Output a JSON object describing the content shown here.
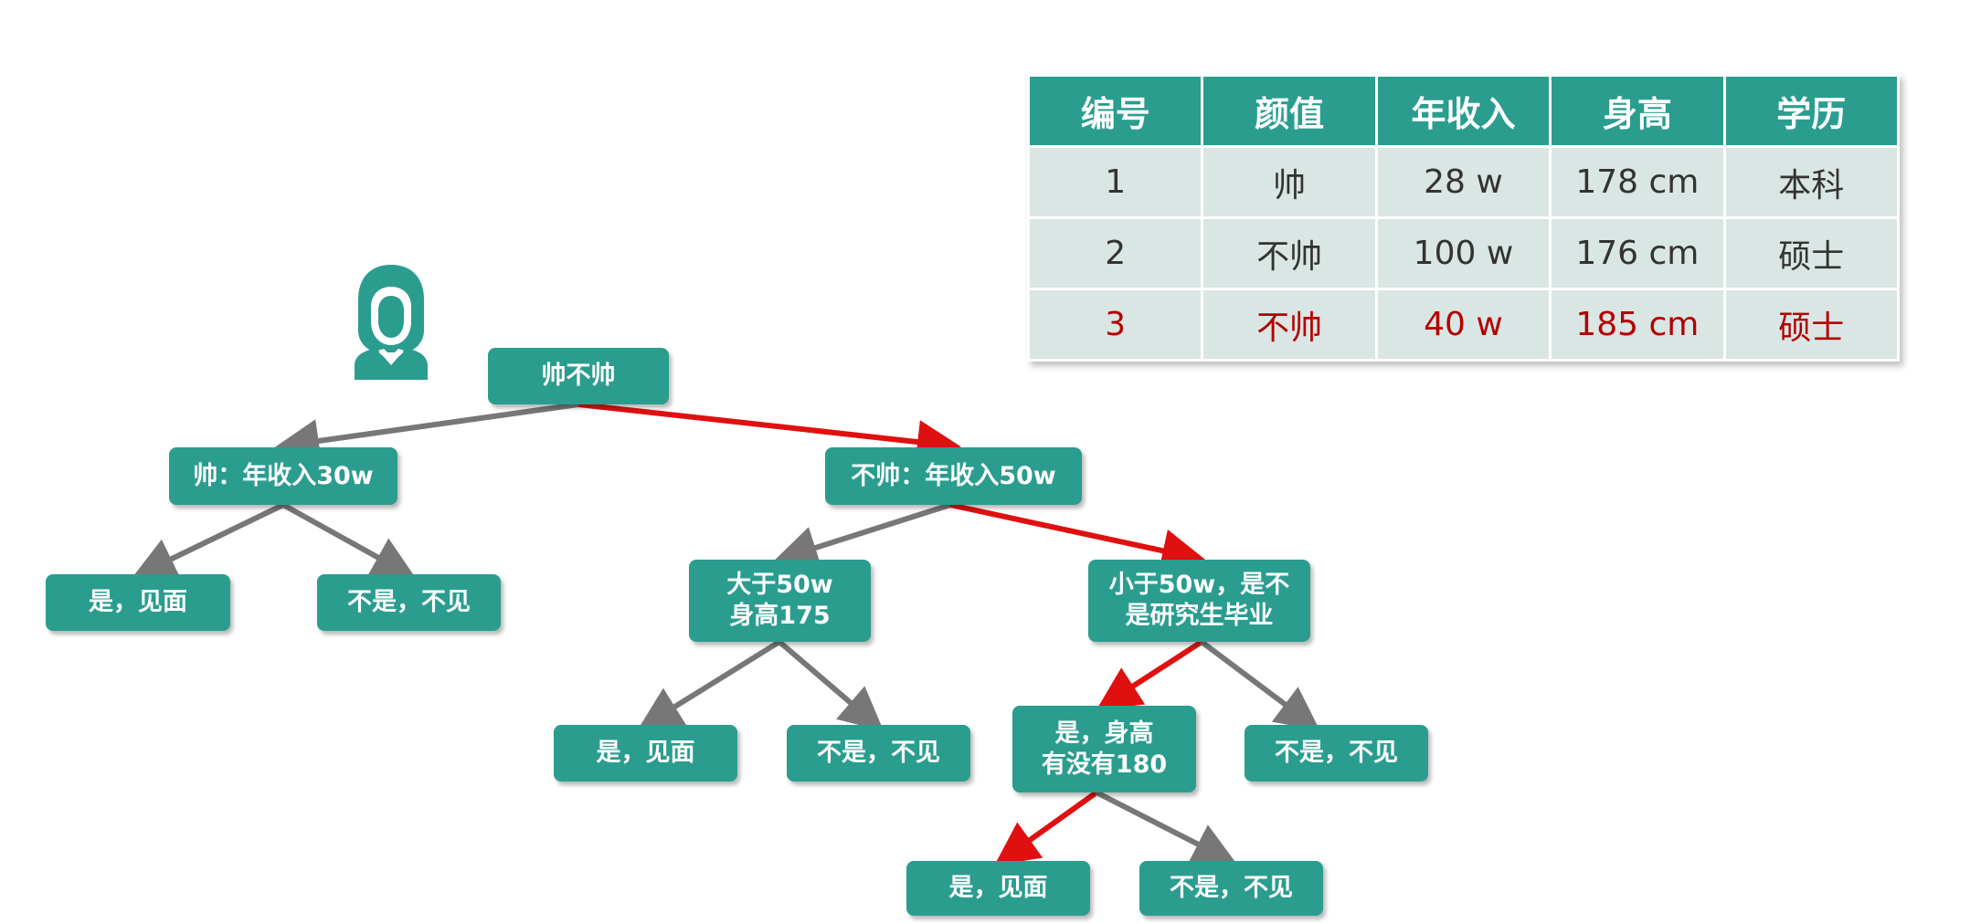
{
  "table": {
    "headers": [
      "编号",
      "颜值",
      "年收入",
      "身高",
      "学历"
    ],
    "rows": [
      [
        "1",
        "帅",
        "28 w",
        "178 cm",
        "本科"
      ],
      [
        "2",
        "不帅",
        "100 w",
        "176 cm",
        "硕士"
      ],
      [
        "3",
        "不帅",
        "40 w",
        "185 cm",
        "硕士"
      ]
    ],
    "highlighted_row": 3
  },
  "tree": {
    "root": "帅不帅",
    "handsome": "帅：年收入30w",
    "handsome_yes": "是，见面",
    "handsome_no": "不是，不见",
    "not_handsome": "不帅：年收入50w",
    "over50": "大于50w\n身高175",
    "over50_yes": "是，见面",
    "over50_no": "不是，不见",
    "under50": "小于50w，是不\n是研究生毕业",
    "grad": "是，身高\n有没有180",
    "under50_no": "不是，不见",
    "grad_yes": "是，见面",
    "grad_no": "不是，不见"
  },
  "colors": {
    "node": "#2a9d8f",
    "path_highlight": "#e01010",
    "path_normal": "#777777",
    "highlight_text": "#b30000"
  },
  "icons": {
    "person": "person-icon"
  }
}
